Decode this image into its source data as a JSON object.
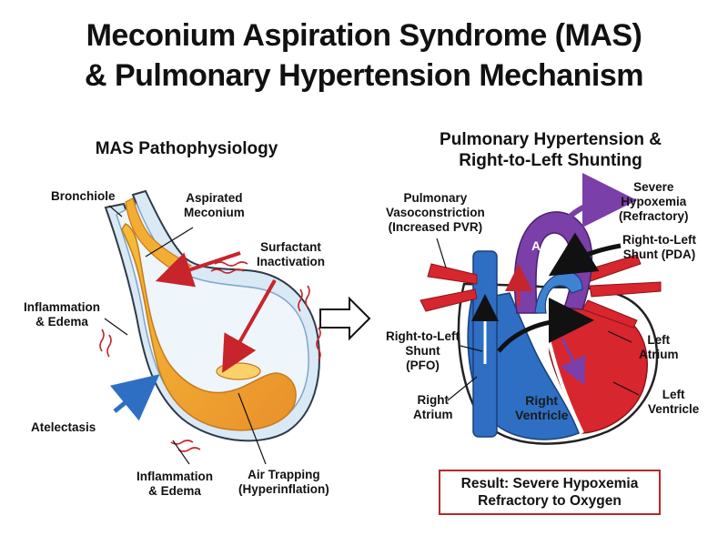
{
  "title": {
    "line1": "Meconium Aspiration Syndrome (MAS)",
    "line2": "& Pulmonary Hypertension Mechanism"
  },
  "left_panel": {
    "heading": "MAS Pathophysiology",
    "labels": {
      "bronchiole": "Bronchiole",
      "aspirated_1": "Aspirated",
      "aspirated_2": "Meconium",
      "surfactant_1": "Surfactant",
      "surfactant_2": "Inactivation",
      "inflam_top_1": "Inflammation",
      "inflam_top_2": "& Edema",
      "atelectasis": "Atelectasis",
      "inflam_bot_1": "Inflammation",
      "inflam_bot_2": "& Edema",
      "air_trap_1": "Air Trapping",
      "air_trap_2": "(Hyperinflation)"
    }
  },
  "right_panel": {
    "heading_1": "Pulmonary Hypertension &",
    "heading_2": "Right-to-Left Shunting",
    "labels": {
      "pulm_1": "Pulmonary",
      "pulm_2": "Vasoconstriction",
      "pulm_3": "(Increased PVR)",
      "severe_1": "Severe",
      "severe_2": "Hypoxemia",
      "severe_3": "(Refractory)",
      "aorta": "Aorta",
      "pda_1": "Right-to-Left",
      "pda_2": "Shunt (PDA)",
      "pfo_1": "Right-to-Left",
      "pfo_2": "Shunt",
      "pfo_3": "(PFO)",
      "ra_1": "Right",
      "ra_2": "Atrium",
      "rv_1": "Right",
      "rv_2": "Ventricle",
      "la_1": "Left",
      "la_2": "Atrium",
      "lv_1": "Left",
      "lv_2": "Ventricle"
    },
    "result_1": "Result: Severe Hypoxemia",
    "result_2": "Refractory to Oxygen"
  },
  "colors": {
    "meconium": "#f0a52a",
    "airway_wall": "#cfe3f3",
    "deoxygenated": "#2e6fc4",
    "oxygenated": "#d8262e",
    "aorta": "#7a3fa8",
    "shunt_arrow": "#111111",
    "annotation_arrow": "#c8242b",
    "result_border": "#b52a2a"
  },
  "icons": {
    "transition": "hollow-right-arrow-icon"
  }
}
